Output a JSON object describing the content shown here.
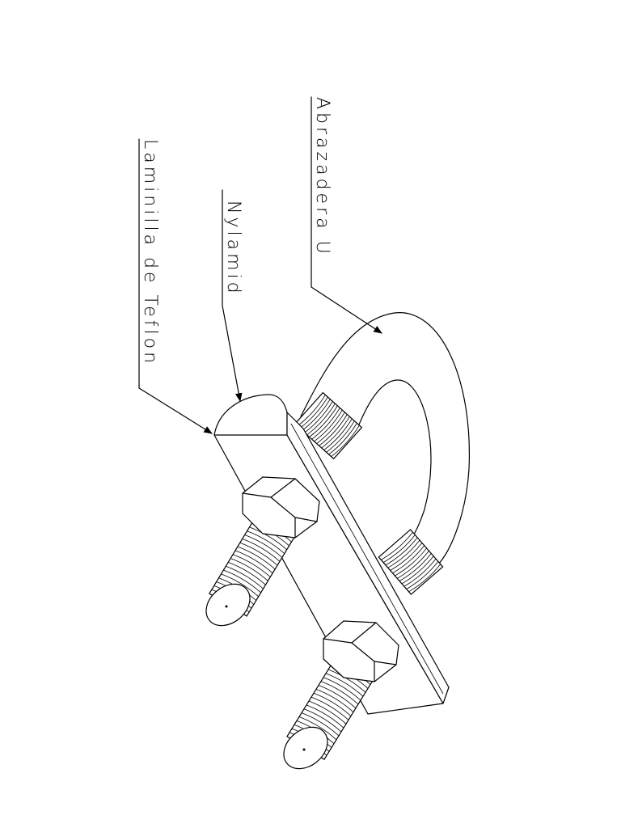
{
  "labels": {
    "abrazadera": "Abrazadera U",
    "nylamid": "Nylamid",
    "laminilla": "Laminilla de Teflon"
  }
}
